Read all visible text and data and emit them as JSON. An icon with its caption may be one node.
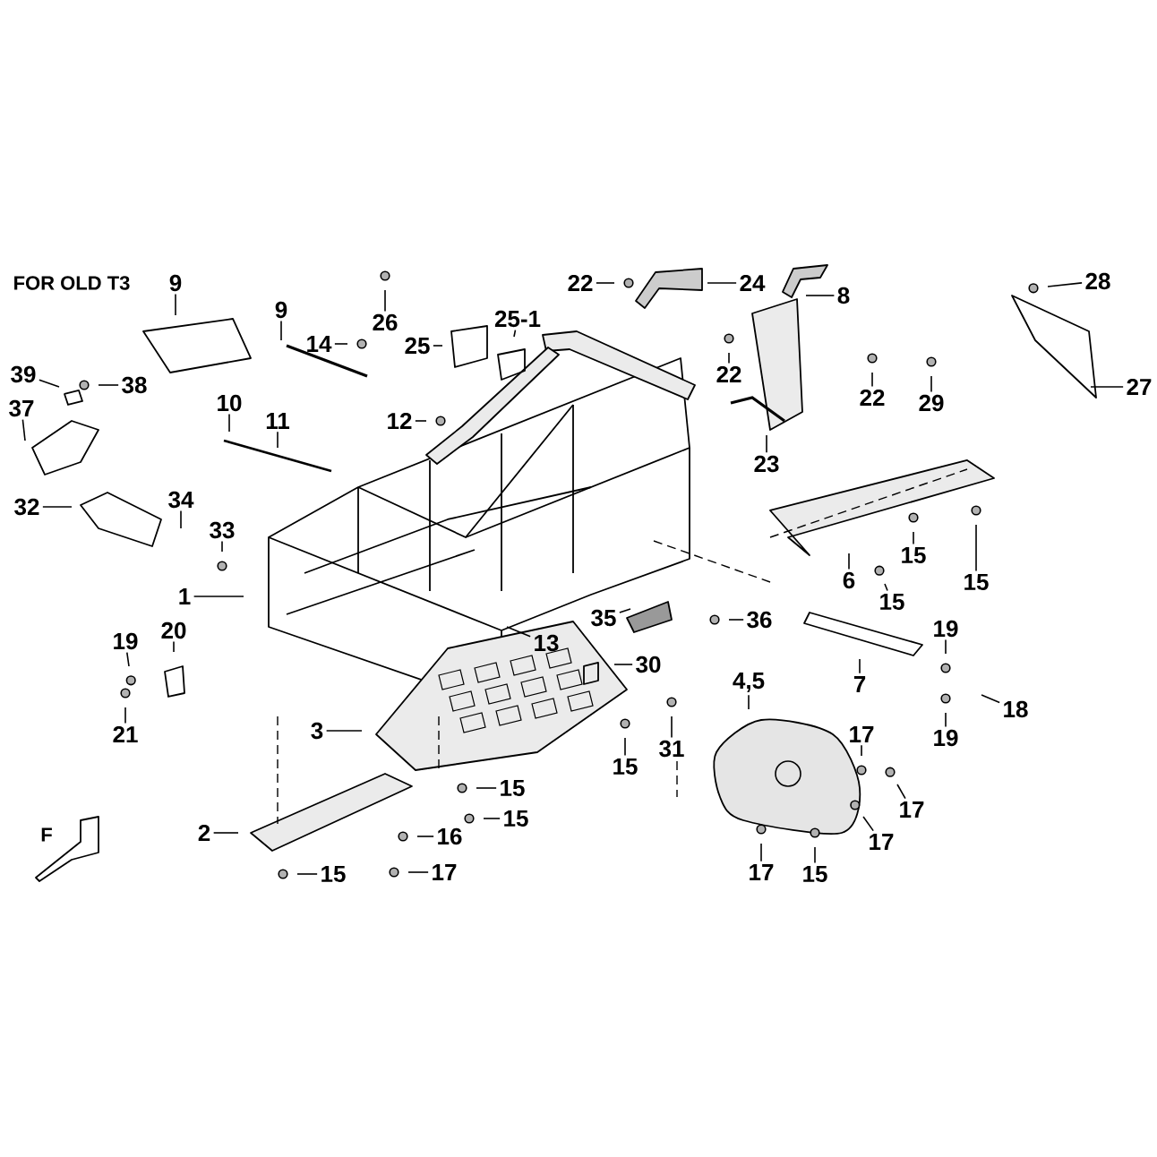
{
  "diagram": {
    "nodes": [
      {
        "text": [
          "9"
        ]
      },
      {
        "text": [
          "9"
        ]
      },
      {
        "text": [
          "14"
        ]
      },
      {
        "text": [
          "26"
        ]
      },
      {
        "text": [
          "25"
        ]
      },
      {
        "text": [
          "25-1"
        ]
      },
      {
        "text": [
          "22"
        ]
      },
      {
        "text": [
          "24"
        ]
      },
      {
        "text": [
          "8"
        ]
      },
      {
        "text": [
          "28"
        ]
      },
      {
        "text": [
          "22"
        ]
      },
      {
        "text": [
          "22"
        ]
      },
      {
        "text": [
          "29"
        ]
      },
      {
        "text": [
          "27"
        ]
      },
      {
        "text": [
          "23"
        ]
      },
      {
        "text": [
          "39"
        ]
      },
      {
        "text": [
          "38"
        ]
      },
      {
        "text": [
          "37"
        ]
      },
      {
        "text": [
          "10"
        ]
      },
      {
        "text": [
          "11"
        ]
      },
      {
        "text": [
          "12"
        ]
      },
      {
        "text": [
          "32"
        ]
      },
      {
        "text": [
          "34"
        ]
      },
      {
        "text": [
          "33"
        ]
      },
      {
        "text": [
          "1"
        ]
      },
      {
        "text": [
          "13"
        ]
      },
      {
        "text": [
          "35"
        ]
      },
      {
        "text": [
          "36"
        ]
      },
      {
        "text": [
          "6"
        ]
      },
      {
        "text": [
          "15"
        ]
      },
      {
        "text": [
          "15"
        ]
      },
      {
        "text": [
          "15"
        ]
      },
      {
        "text": [
          "19"
        ]
      },
      {
        "text": [
          "20"
        ]
      },
      {
        "text": [
          "21"
        ]
      },
      {
        "text": [
          "30"
        ]
      },
      {
        "text": [
          "3"
        ]
      },
      {
        "text": [
          "4,5"
        ]
      },
      {
        "text": [
          "7"
        ]
      },
      {
        "text": [
          "19"
        ]
      },
      {
        "text": [
          "18"
        ]
      },
      {
        "text": [
          "19"
        ]
      },
      {
        "text": [
          "31"
        ]
      },
      {
        "text": [
          "15"
        ]
      },
      {
        "text": [
          "17"
        ]
      },
      {
        "text": [
          "17"
        ]
      },
      {
        "text": [
          "17"
        ]
      },
      {
        "text": [
          "15"
        ]
      },
      {
        "text": [
          "15"
        ]
      },
      {
        "text": [
          "2"
        ]
      },
      {
        "text": [
          "16"
        ]
      },
      {
        "text": [
          "15"
        ]
      },
      {
        "text": [
          "17"
        ]
      },
      {
        "text": [
          "17"
        ]
      },
      {
        "text": [
          "15"
        ]
      }
    ],
    "edges": [
      {
        "from": 0,
        "to": null,
        "arrow": "none"
      },
      {
        "from": 1,
        "to": null,
        "arrow": "none"
      },
      {
        "from": 2,
        "to": null,
        "arrow": "none"
      },
      {
        "from": 3,
        "to": null,
        "arrow": "none"
      },
      {
        "from": 4,
        "to": null,
        "arrow": "none"
      },
      {
        "from": 5,
        "to": null,
        "arrow": "none"
      },
      {
        "from": 6,
        "to": null,
        "arrow": "none"
      },
      {
        "from": 7,
        "to": null,
        "arrow": "none"
      },
      {
        "from": 8,
        "to": null,
        "arrow": "none"
      },
      {
        "from": 9,
        "to": null,
        "arrow": "none"
      },
      {
        "from": 10,
        "to": null,
        "arrow": "none"
      },
      {
        "from": 11,
        "to": null,
        "arrow": "none"
      },
      {
        "from": 12,
        "to": null,
        "arrow": "none"
      },
      {
        "from": 13,
        "to": null,
        "arrow": "none"
      },
      {
        "from": 14,
        "to": null,
        "arrow": "none"
      },
      {
        "from": 15,
        "to": null,
        "arrow": "none"
      },
      {
        "from": 16,
        "to": null,
        "arrow": "none"
      },
      {
        "from": 17,
        "to": null,
        "arrow": "none"
      },
      {
        "from": 18,
        "to": null,
        "arrow": "none"
      },
      {
        "from": 19,
        "to": null,
        "arrow": "none"
      },
      {
        "from": 20,
        "to": null,
        "arrow": "none"
      },
      {
        "from": 21,
        "to": null,
        "arrow": "none"
      },
      {
        "from": 22,
        "to": null,
        "arrow": "none"
      },
      {
        "from": 23,
        "to": null,
        "arrow": "none"
      },
      {
        "from": 24,
        "to": null,
        "arrow": "none"
      },
      {
        "from": 25,
        "to": null,
        "arrow": "none"
      },
      {
        "from": 26,
        "to": null,
        "arrow": "none"
      },
      {
        "from": 27,
        "to": null,
        "arrow": "none"
      },
      {
        "from": 28,
        "to": null,
        "arrow": "none"
      },
      {
        "from": 29,
        "to": null,
        "arrow": "none"
      },
      {
        "from": 30,
        "to": null,
        "arrow": "none"
      },
      {
        "from": 31,
        "to": null,
        "arrow": "none"
      },
      {
        "from": 32,
        "to": null,
        "arrow": "none"
      },
      {
        "from": 33,
        "to": null,
        "arrow": "none"
      },
      {
        "from": 34,
        "to": null,
        "arrow": "none"
      },
      {
        "from": 35,
        "to": null,
        "arrow": "none"
      },
      {
        "from": 36,
        "to": null,
        "arrow": "none"
      },
      {
        "from": 37,
        "to": null,
        "arrow": "none"
      },
      {
        "from": 38,
        "to": null,
        "arrow": "none"
      },
      {
        "from": 39,
        "to": null,
        "arrow": "none"
      },
      {
        "from": 40,
        "to": null,
        "arrow": "none"
      },
      {
        "from": 41,
        "to": null,
        "arrow": "none"
      },
      {
        "from": 42,
        "to": null,
        "arrow": "none"
      },
      {
        "from": 43,
        "to": null,
        "arrow": "none"
      },
      {
        "from": 44,
        "to": null,
        "arrow": "none"
      },
      {
        "from": 45,
        "to": null,
        "arrow": "none"
      },
      {
        "from": 46,
        "to": null,
        "arrow": "none"
      },
      {
        "from": 47,
        "to": null,
        "arrow": "none"
      },
      {
        "from": 48,
        "to": null,
        "arrow": "none"
      },
      {
        "from": 49,
        "to": null,
        "arrow": "none"
      },
      {
        "from": 50,
        "to": null,
        "arrow": "none"
      },
      {
        "from": 51,
        "to": null,
        "arrow": "none"
      },
      {
        "from": 52,
        "to": null,
        "arrow": "none"
      },
      {
        "from": 53,
        "to": null,
        "arrow": "none"
      },
      {
        "from": 54,
        "to": null,
        "arrow": "none"
      }
    ],
    "labels": [
      "FOR OLD T3",
      "F"
    ]
  }
}
